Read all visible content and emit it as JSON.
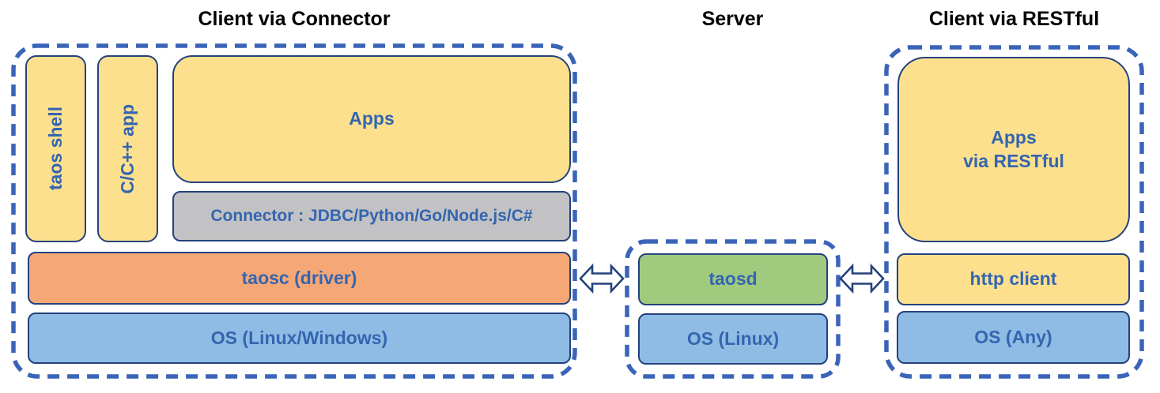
{
  "titles": {
    "left": "Client via Connector",
    "middle": "Server",
    "right": "Client via RESTful"
  },
  "client_connector_group": {
    "taos_shell": "taos shell",
    "c_cpp_app": "C/C++ app",
    "apps": "Apps",
    "connector": "Connector : JDBC/Python/Go/Node.js/C#",
    "taosc_driver": "taosc (driver)",
    "os": "OS (Linux/Windows)"
  },
  "server_group": {
    "taosd": "taosd",
    "os": "OS (Linux)"
  },
  "client_restful_group": {
    "apps_via_restful": "Apps\nvia RESTful",
    "http_client": "http client",
    "os": "OS (Any)"
  },
  "icons": {
    "left_arrow": "double-headed-arrow",
    "right_arrow": "double-headed-arrow"
  },
  "colors": {
    "app_yellow": "#FCE08E",
    "driver_orange": "#F5A876",
    "os_blue": "#8FBCE4",
    "server_green": "#A0CB7F",
    "connector_gray": "#C2C2C4",
    "box_border_navy": "#24427C",
    "label_blue": "#3465B0",
    "dashed_border_blue": "#3A64B8",
    "title_black": "#000000"
  }
}
